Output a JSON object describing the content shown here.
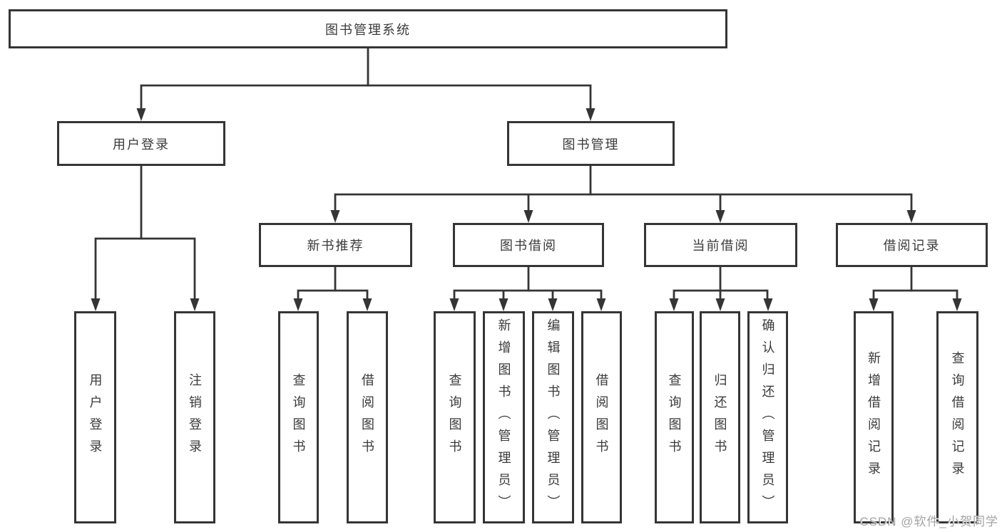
{
  "diagram_title": "图书管理系统",
  "tree": {
    "root": {
      "label": "图书管理系统",
      "children": [
        {
          "label": "用户登录",
          "children": [
            {
              "label": "用户登录"
            },
            {
              "label": "注销登录"
            }
          ]
        },
        {
          "label": "图书管理",
          "children": [
            {
              "label": "新书推荐",
              "children": [
                {
                  "label": "查询图书"
                },
                {
                  "label": "借阅图书"
                }
              ]
            },
            {
              "label": "图书借阅",
              "children": [
                {
                  "label": "查询图书"
                },
                {
                  "label": "新增图书（管理员）"
                },
                {
                  "label": "编辑图书（管理员）"
                },
                {
                  "label": "借阅图书"
                }
              ]
            },
            {
              "label": "当前借阅",
              "children": [
                {
                  "label": "查询图书"
                },
                {
                  "label": "归还图书"
                },
                {
                  "label": "确认归还（管理员）"
                }
              ]
            },
            {
              "label": "借阅记录",
              "children": [
                {
                  "label": "新增借阅记录"
                },
                {
                  "label": "查询借阅记录"
                }
              ]
            }
          ]
        }
      ]
    }
  },
  "watermark": "CSDN @软件_小贺同学",
  "colors": {
    "line": "#353535",
    "text": "#3a3a3a",
    "box_background": "#ffffff",
    "watermark": "#a3a3a3",
    "page_background": "#ffffff"
  }
}
